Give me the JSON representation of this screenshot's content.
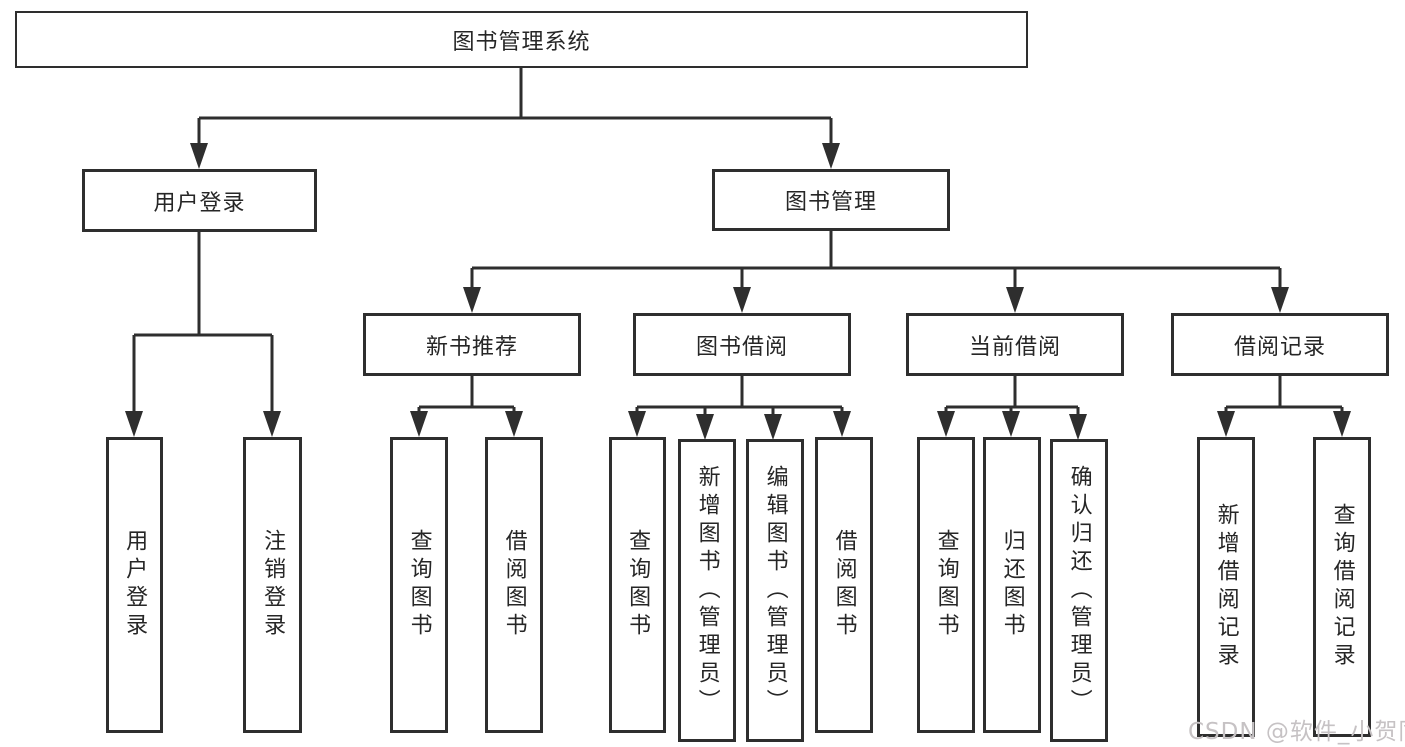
{
  "tree": {
    "label": "图书管理系统",
    "children": [
      {
        "label": "用户登录",
        "children": [
          {
            "label": "用户登录"
          },
          {
            "label": "注销登录"
          }
        ]
      },
      {
        "label": "图书管理",
        "children": [
          {
            "label": "新书推荐",
            "children": [
              {
                "label": "查询图书"
              },
              {
                "label": "借阅图书"
              }
            ]
          },
          {
            "label": "图书借阅",
            "children": [
              {
                "label": "查询图书"
              },
              {
                "label": "新增图书（管理员）"
              },
              {
                "label": "编辑图书（管理员）"
              },
              {
                "label": "借阅图书"
              }
            ]
          },
          {
            "label": "当前借阅",
            "children": [
              {
                "label": "查询图书"
              },
              {
                "label": "归还图书"
              },
              {
                "label": "确认归还（管理员）"
              }
            ]
          },
          {
            "label": "借阅记录",
            "children": [
              {
                "label": "新增借阅记录"
              },
              {
                "label": "查询借阅记录"
              }
            ]
          }
        ]
      }
    ]
  },
  "watermark": {
    "text": "CSDN @软件_小贺同学"
  },
  "colors": {
    "line": "#2e2e2e",
    "text": "#262626",
    "watermark": "#c6c2c4",
    "background": "#ffffff"
  }
}
